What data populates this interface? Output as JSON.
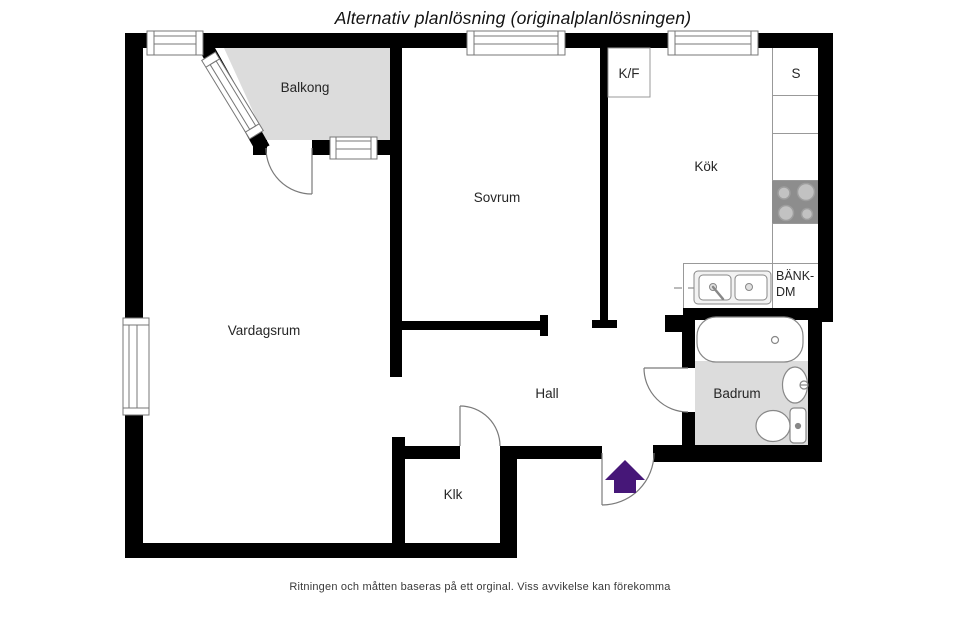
{
  "title": "Alternativ planlösning (originalplanlösningen)",
  "footer": "Ritningen och måtten baseras på ett orginal. Viss avvikelse kan förekomma",
  "rooms": {
    "balcony": {
      "label": "Balkong"
    },
    "bedroom": {
      "label": "Sovrum"
    },
    "kitchen": {
      "label": "Kök"
    },
    "living_room": {
      "label": "Vardagsrum"
    },
    "hall": {
      "label": "Hall"
    },
    "bathroom": {
      "label": "Badrum"
    },
    "closet": {
      "label": "Klk"
    }
  },
  "fixtures": {
    "fridge_freezer": {
      "label": "K/F"
    },
    "pantry": {
      "label": "S"
    },
    "counter_dishwasher": {
      "line1": "BÄNK-",
      "line2": "DM"
    }
  },
  "icons": {
    "entrance_arrow": "up-arrow"
  },
  "colors": {
    "wall": "#000000",
    "balcony_floor": "#dcdcdc",
    "bathroom_floor": "#dcdcdc",
    "stove_top": "#8d8d8d",
    "burner": "#c2c2c2",
    "entrance_arrow": "#461778",
    "fixture_stroke": "#888888"
  }
}
